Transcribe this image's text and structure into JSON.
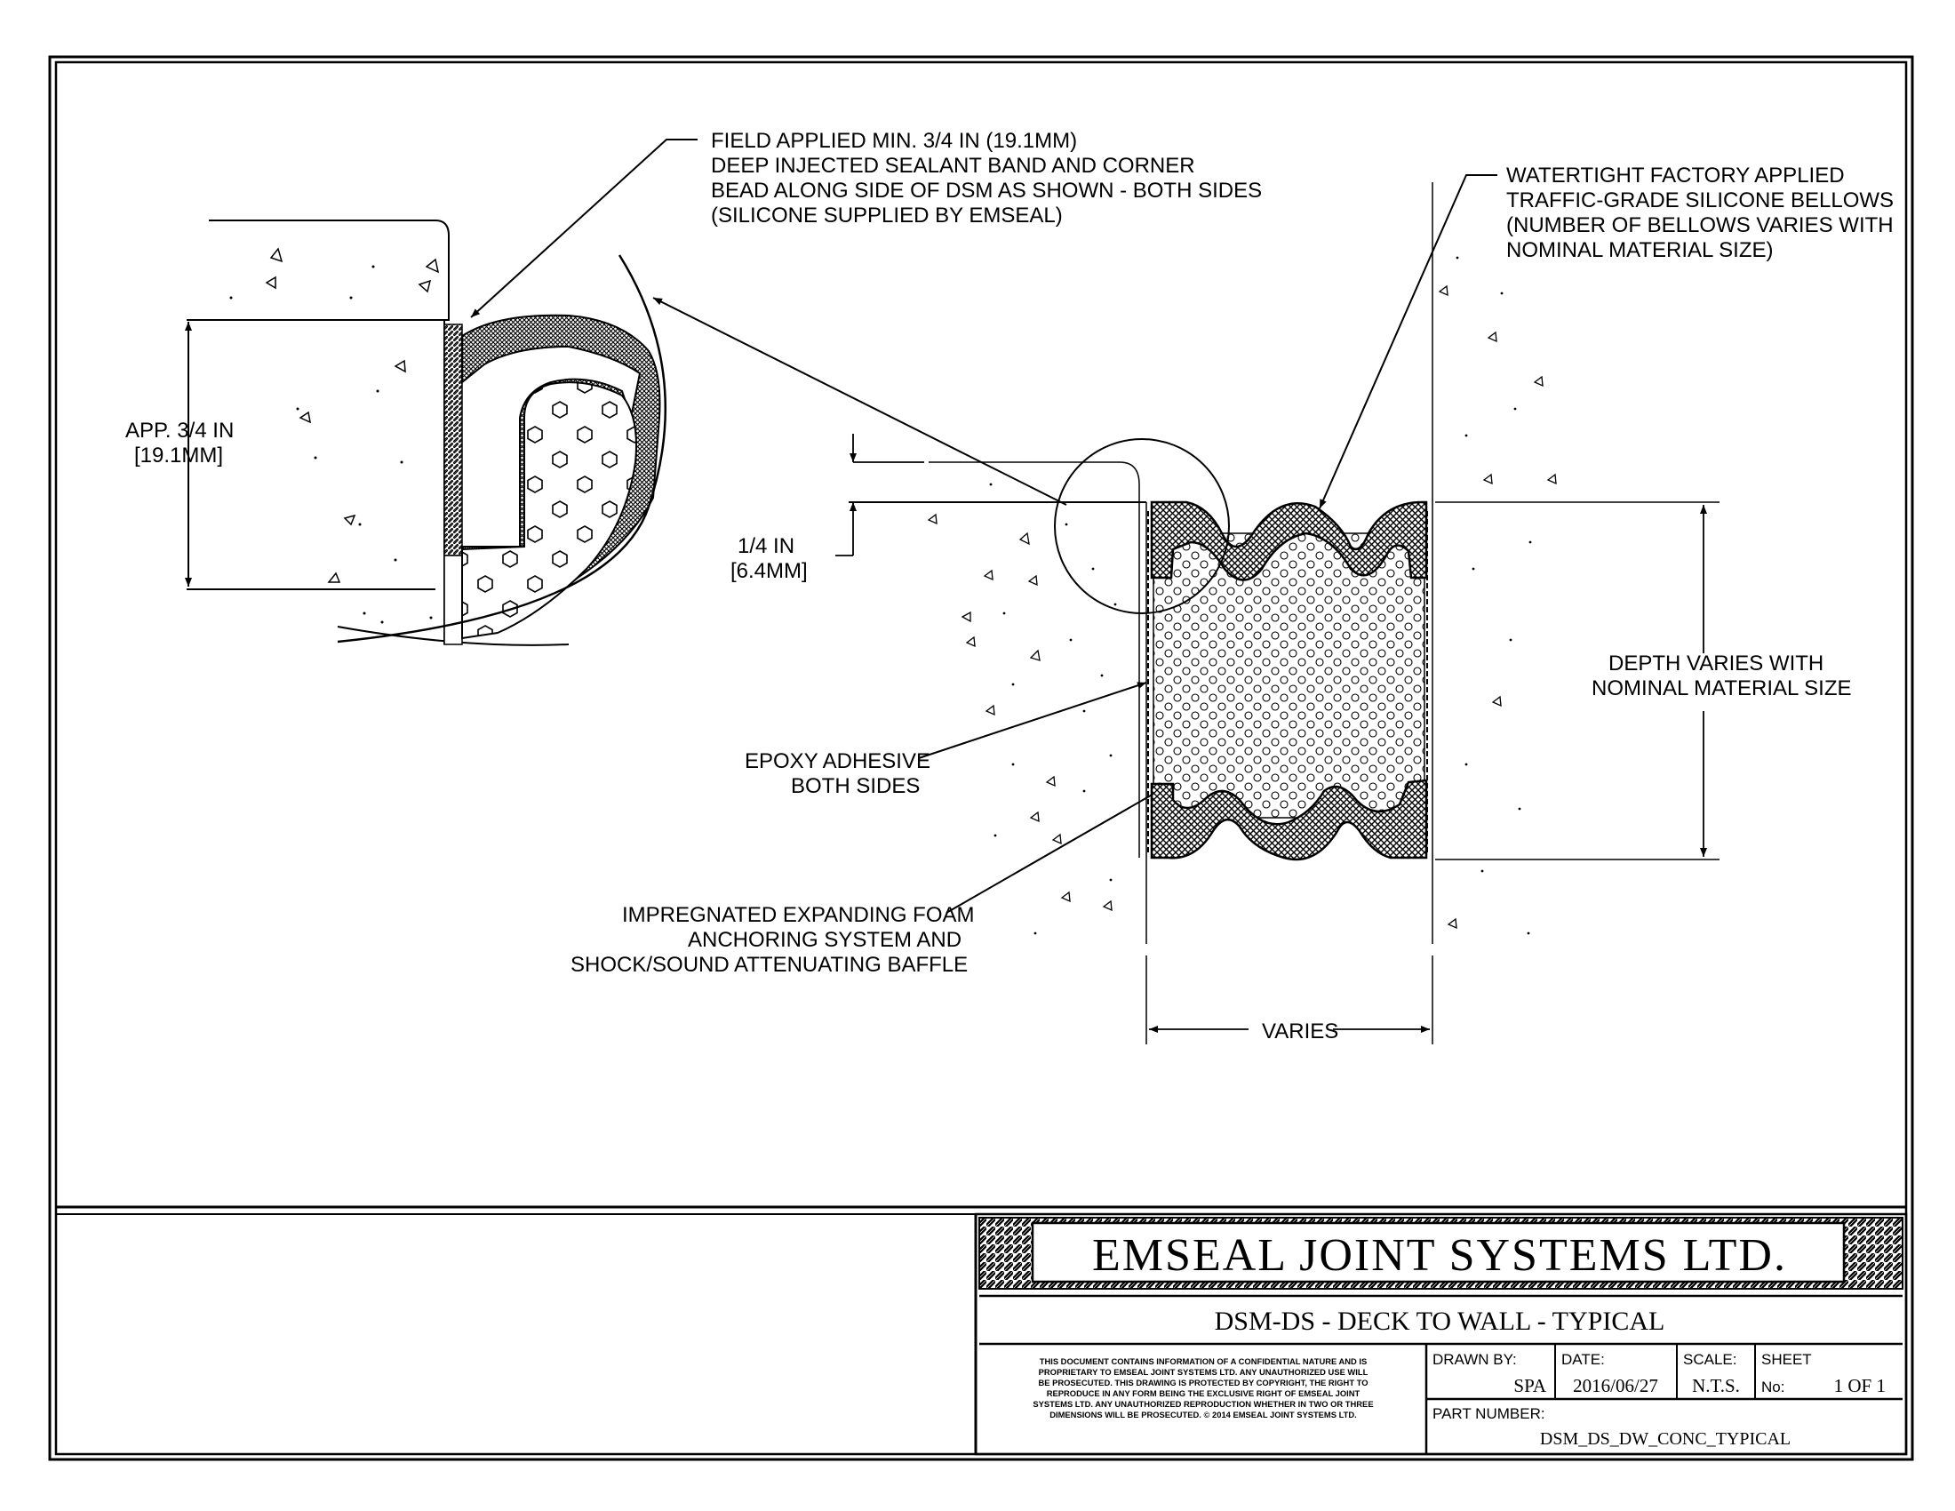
{
  "drawing": {
    "callouts": {
      "field_sealant": [
        "FIELD APPLIED MIN. 3/4 IN (19.1mm)",
        "DEEP INJECTED SEALANT BAND AND CORNER",
        "BEAD ALONG SIDE OF DSM AS SHOWN - BOTH SIDES",
        "(SILICONE SUPPLIED BY EMSEAL)"
      ],
      "bellows": [
        "WATERTIGHT FACTORY APPLIED",
        "TRAFFIC-GRADE SILICONE BELLOWS",
        "(NUMBER OF BELLOWS VARIES WITH",
        "NOMINAL MATERIAL SIZE)"
      ],
      "app_dim": [
        "APP. 3/4 IN",
        "[19.1mm]"
      ],
      "quarter_dim": [
        "1/4 IN",
        "[6.4mm]"
      ],
      "depth": [
        "DEPTH VARIES WITH",
        "NOMINAL MATERIAL SIZE"
      ],
      "epoxy": [
        "EPOXY ADHESIVE",
        "BOTH SIDES"
      ],
      "foam": [
        "IMPREGNATED EXPANDING FOAM",
        "ANCHORING SYSTEM AND",
        "SHOCK/SOUND ATTENUATING BAFFLE"
      ],
      "varies": "VARIES"
    }
  },
  "title_block": {
    "company": "EMSEAL JOINT SYSTEMS LTD.",
    "title": "DSM-DS - DECK TO WALL - TYPICAL",
    "disclaimer": [
      "THIS DOCUMENT CONTAINS INFORMATION OF A CONFIDENTIAL NATURE AND IS",
      "PROPRIETARY TO EMSEAL JOINT SYSTEMS LTD. ANY UNAUTHORIZED USE WILL",
      "BE PROSECUTED. THIS DRAWING IS PROTECTED BY COPYRIGHT, THE RIGHT TO",
      "REPRODUCE IN ANY FORM BEING THE EXCLUSIVE RIGHT OF EMSEAL JOINT",
      "SYSTEMS LTD. ANY UNAUTHORIZED REPRODUCTION WHETHER IN TWO OR THREE",
      "DIMENSIONS WILL BE PROSECUTED. © 2014 EMSEAL JOINT SYSTEMS LTD."
    ],
    "drawn_by_label": "DRAWN BY:",
    "drawn_by": "SPA",
    "date_label": "DATE:",
    "date": "2016/06/27",
    "scale_label": "SCALE:",
    "scale": "N.T.S.",
    "sheet_label": "SHEET",
    "sheet_no_label": "No:",
    "sheet": "1 OF 1",
    "part_number_label": "PART NUMBER:",
    "part_number": "DSM_DS_DW_CONC_TYPICAL"
  }
}
